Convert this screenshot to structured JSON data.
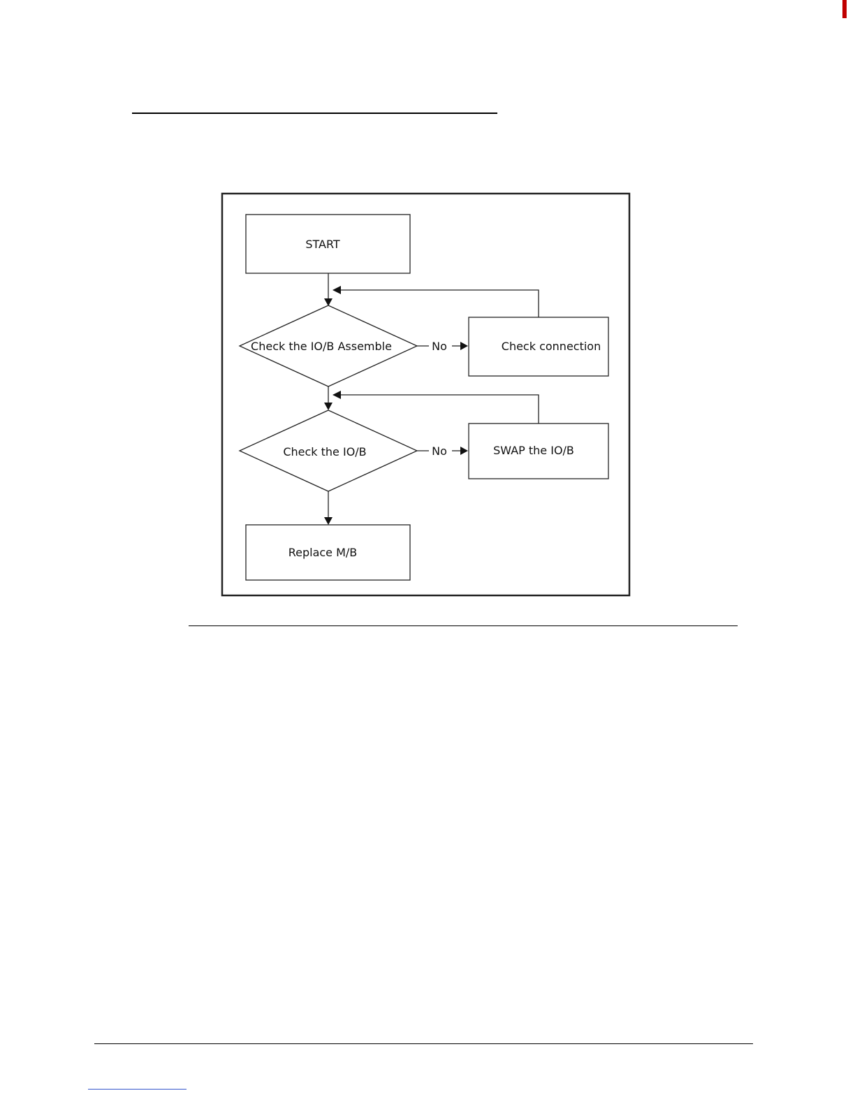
{
  "flowchart": {
    "nodes": {
      "start": "START",
      "check_assemble": "Check the IO/B Assemble",
      "check_connection": "Check connection",
      "check_iob": "Check the IO/B",
      "swap_iob": "SWAP the IO/B",
      "replace_mb": "Replace M/B"
    },
    "edges": {
      "no_1": "No",
      "no_2": "No"
    }
  }
}
